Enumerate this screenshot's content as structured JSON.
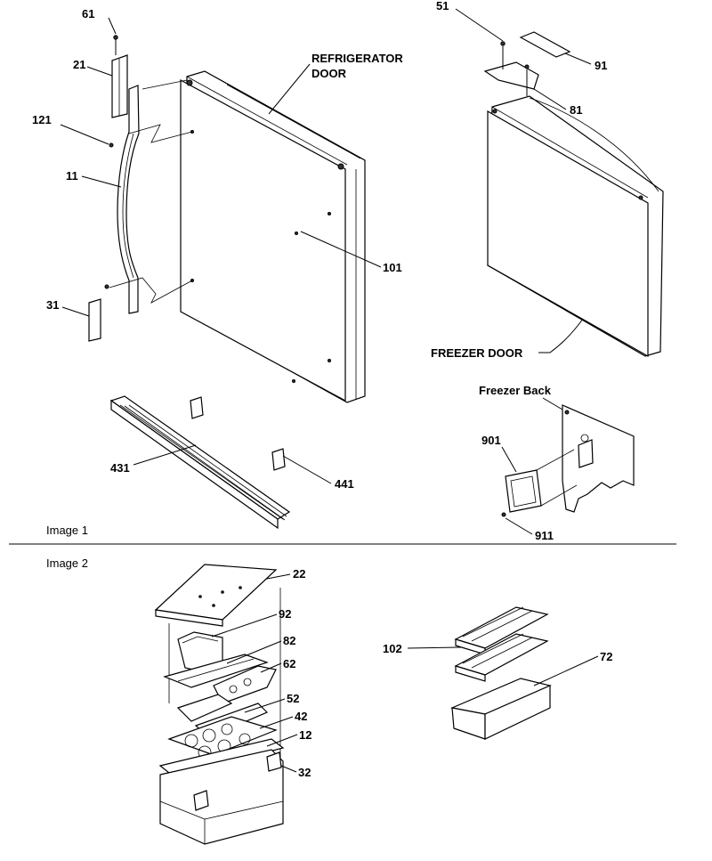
{
  "captions": {
    "image1": "Image 1",
    "image2": "Image 2",
    "refrigerator_door_line1": "REFRIGERATOR",
    "refrigerator_door_line2": "DOOR",
    "freezer_door": "FREEZER DOOR",
    "freezer_back": "Freezer Back"
  },
  "callouts": {
    "p61": "61",
    "p21": "21",
    "p121": "121",
    "p11": "11",
    "p31": "31",
    "p101": "101",
    "p51": "51",
    "p91": "91",
    "p81": "81",
    "p431": "431",
    "p441": "441",
    "p901": "901",
    "p911": "911",
    "p22": "22",
    "p92": "92",
    "p82": "82",
    "p62": "62",
    "p52": "52",
    "p42": "42",
    "p12": "12",
    "p32": "32",
    "p102": "102",
    "p72": "72"
  },
  "colors": {
    "line": "#000000",
    "background": "#ffffff"
  }
}
